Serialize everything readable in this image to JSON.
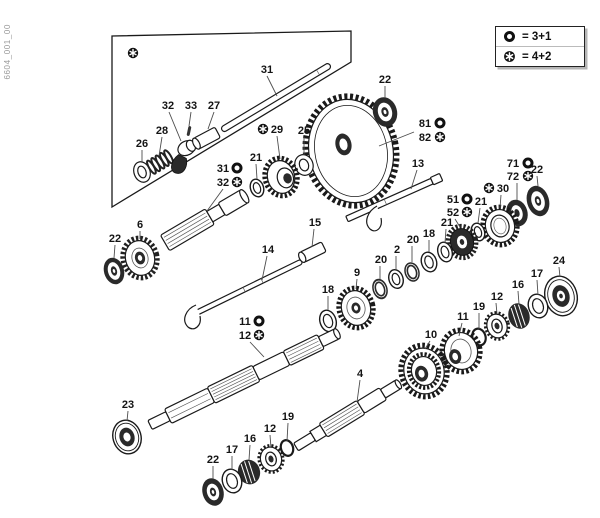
{
  "doc_code": "6604_001_00",
  "legend": {
    "entry_3plus1": "= 3+1",
    "entry_4plus2": "= 4+2"
  },
  "labels": {
    "box_rod_31": "31",
    "pawl_32": "32",
    "pin_33": "33",
    "roller_27": "27",
    "spring_28": "28",
    "washer_26": "26",
    "bearing_22_top": "22",
    "sprocket_81": "81",
    "sprocket_82": "82",
    "gear_29": "29",
    "washer_25": "25",
    "ring_21_a": "21",
    "shaft_31": "31",
    "shaft_32": "32",
    "rod_13": "13",
    "bearing_71": "71",
    "bearing_72": "72",
    "seal_22_right": "22",
    "gear_30": "30",
    "gear_51": "51",
    "gear_52": "52",
    "ring_21_b": "21",
    "ring_21_c": "21",
    "washer_18_a": "18",
    "ring_20_a": "20",
    "washer_2": "2",
    "ring_20_b": "20",
    "gear_9": "9",
    "washer_18_b": "18",
    "sleeve_15": "15",
    "rod_14": "14",
    "gear_6": "6",
    "seal_22_left": "22",
    "shaft_11": "11",
    "shaft_12": "12",
    "bearing_23": "23",
    "shaft_4": "4",
    "gear_10": "10",
    "gear_11": "11",
    "ring_19_a": "19",
    "hub_12_a": "12",
    "bush_16_a": "16",
    "washer_17_a": "17",
    "bearing_24": "24",
    "seal_22_bottom": "22",
    "washer_17_b": "17",
    "bush_16_b": "16",
    "hub_12_b": "12",
    "ring_19_b": "19"
  }
}
